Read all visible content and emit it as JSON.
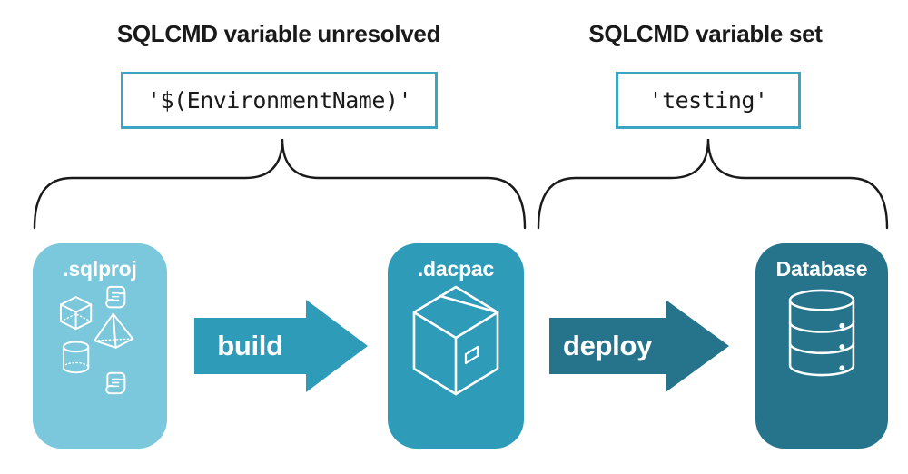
{
  "annotations": {
    "left": {
      "title": "SQLCMD variable unresolved",
      "code": "'$(EnvironmentName)'"
    },
    "right": {
      "title": "SQLCMD variable set",
      "code": "'testing'"
    }
  },
  "pipeline": {
    "stages": [
      {
        "label": ".sqlproj",
        "icon": "sql-objects-icon",
        "color": "#7bc7dc"
      },
      {
        "label": ".dacpac",
        "icon": "package-box-icon",
        "color": "#2e9bb8"
      },
      {
        "label": "Database",
        "icon": "database-cylinder-icon",
        "color": "#25748b"
      }
    ],
    "arrows": [
      {
        "label": "build",
        "color": "#2e9bb8"
      },
      {
        "label": "deploy",
        "color": "#25748b"
      }
    ]
  },
  "colors": {
    "code_box_border": "#3aa6c4",
    "heading_text": "#1a1a1a",
    "brace_stroke": "#1a1a1a",
    "stage_text": "#ffffff"
  }
}
